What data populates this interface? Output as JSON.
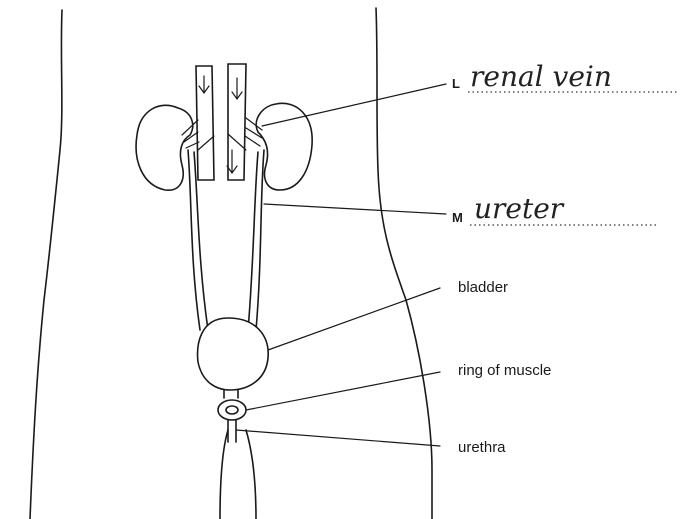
{
  "labels": {
    "L": {
      "letter": "L",
      "answer": "renal vein"
    },
    "M": {
      "letter": "M",
      "answer": "ureter"
    },
    "bladder": "bladder",
    "ring_of_muscle": "ring of muscle",
    "urethra": "urethra"
  },
  "colors": {
    "ink": "#1a1a1a",
    "background": "#ffffff"
  }
}
